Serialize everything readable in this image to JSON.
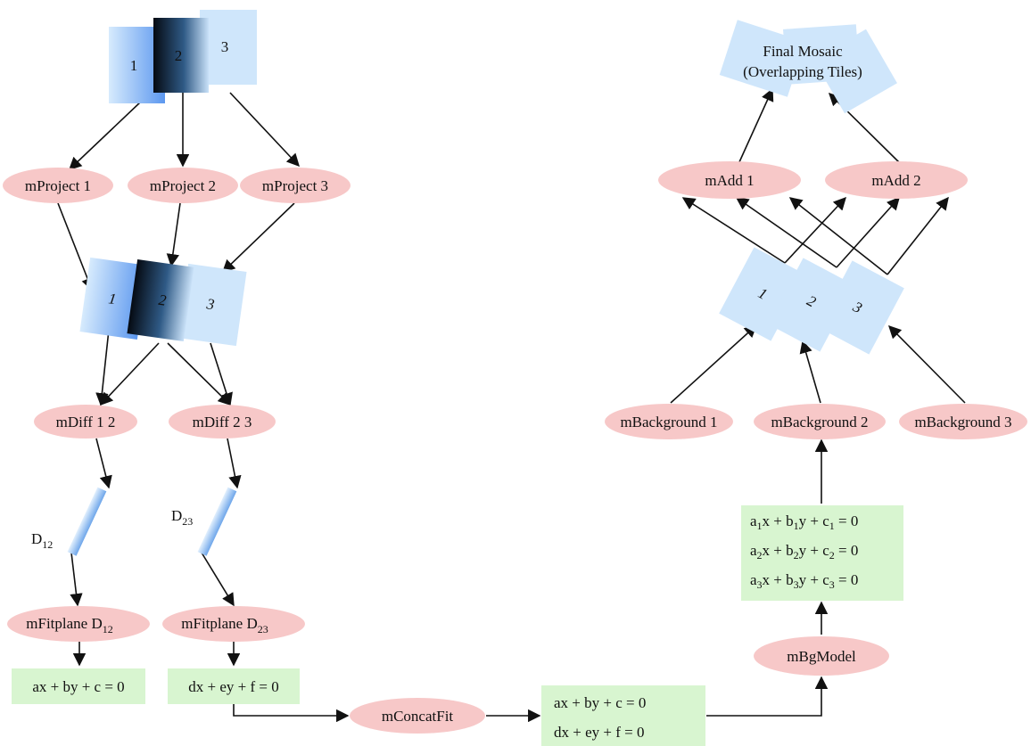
{
  "input_tiles": [
    "1",
    "2",
    "3"
  ],
  "projected_tiles": [
    "1",
    "2",
    "3"
  ],
  "background_tiles": [
    "1",
    "2",
    "3"
  ],
  "final_mosaic": {
    "line1": "Final Mosaic",
    "line2": "(Overlapping Tiles)"
  },
  "nodes": {
    "mproject_1": "mProject 1",
    "mproject_2": "mProject 2",
    "mproject_3": "mProject 3",
    "mdiff_12": "mDiff 1 2",
    "mdiff_23": "mDiff 2 3",
    "diff_12": {
      "base": "D",
      "sub": "12"
    },
    "diff_23": {
      "base": "D",
      "sub": "23"
    },
    "mfitplane_12": {
      "base": "mFitplane D",
      "sub": "12"
    },
    "mfitplane_23": {
      "base": "mFitplane D",
      "sub": "23"
    },
    "mconcatfit": "mConcatFit",
    "mbgmodel": "mBgModel",
    "mbackground_1": "mBackground 1",
    "mbackground_2": "mBackground 2",
    "mbackground_3": "mBackground 3",
    "madd_1": "mAdd 1",
    "madd_2": "mAdd 2"
  },
  "fit_boxes": {
    "fit_12": "ax + by + c = 0",
    "fit_23": "dx + ey + f = 0",
    "concat_line1": "ax + by + c = 0",
    "concat_line2": "dx + ey + f = 0"
  },
  "bg_equations": [
    {
      "a": "a",
      "as": "1",
      "b": "x + b",
      "bs": "1",
      "c": "y + c",
      "cs": "1",
      "tail": " = 0"
    },
    {
      "a": "a",
      "as": "2",
      "b": "x + b",
      "bs": "2",
      "c": "y + c",
      "cs": "2",
      "tail": " = 0"
    },
    {
      "a": "a",
      "as": "3",
      "b": "x + b",
      "bs": "3",
      "c": "y + c",
      "cs": "3",
      "tail": " = 0"
    }
  ],
  "colors": {
    "node_fill": "#f7c8c8",
    "box_fill": "#d8f5d0",
    "tile_light": "#cfe6fb",
    "tile_blue": "#6fa8f5",
    "tile_dark": "#0b1b2e"
  }
}
